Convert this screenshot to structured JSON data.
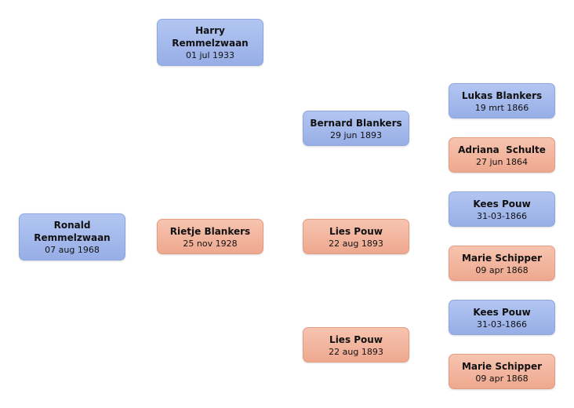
{
  "people": {
    "ronald": {
      "name": "Ronald\nRemmelzwaan",
      "date": "07 aug 1968",
      "gender": "male"
    },
    "harry": {
      "name": "Harry\nRemmelzwaan",
      "date": "01 jul 1933",
      "gender": "male"
    },
    "rietje": {
      "name": "Rietje Blankers",
      "date": "25 nov 1928",
      "gender": "female"
    },
    "bernard": {
      "name": "Bernard Blankers",
      "date": "29 jun 1893",
      "gender": "male"
    },
    "lies1": {
      "name": "Lies Pouw",
      "date": "22 aug 1893",
      "gender": "female"
    },
    "lies2": {
      "name": "Lies Pouw",
      "date": "22 aug 1893",
      "gender": "female"
    },
    "lukas": {
      "name": "Lukas Blankers",
      "date": "19 mrt 1866",
      "gender": "male"
    },
    "adriana": {
      "name": "Adriana  Schulte",
      "date": "27 jun 1864",
      "gender": "female"
    },
    "kees1": {
      "name": "Kees Pouw",
      "date": "31-03-1866",
      "gender": "male"
    },
    "marie1": {
      "name": "Marie Schipper",
      "date": "09 apr 1868",
      "gender": "female"
    },
    "kees2": {
      "name": "Kees Pouw",
      "date": "31-03-1866",
      "gender": "male"
    },
    "marie2": {
      "name": "Marie Schipper",
      "date": "09 apr 1868",
      "gender": "female"
    }
  },
  "colors": {
    "male": "#9fb5ea",
    "female": "#f2b49b"
  }
}
